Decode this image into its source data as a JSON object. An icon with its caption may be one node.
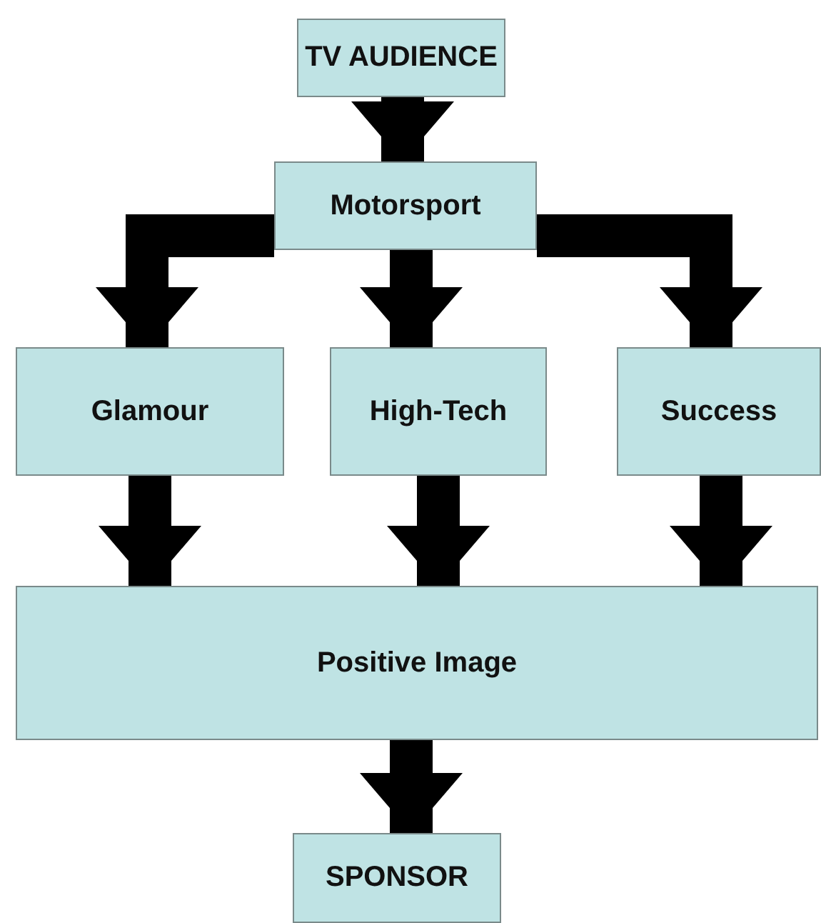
{
  "diagram": {
    "nodes": [
      {
        "text": [
          "TV AUDIENCE"
        ]
      },
      {
        "text": [
          "Motorsport"
        ]
      },
      {
        "text": [
          "Glamour"
        ]
      },
      {
        "text": [
          "High-Tech"
        ]
      },
      {
        "text": [
          "Success"
        ]
      },
      {
        "text": [
          "Positive Image"
        ]
      },
      {
        "text": [
          "SPONSOR"
        ]
      }
    ],
    "edges": [
      {
        "from": 0,
        "to": 1,
        "arrow": "to"
      },
      {
        "from": 1,
        "to": 2,
        "arrow": "to"
      },
      {
        "from": 1,
        "to": 3,
        "arrow": "to"
      },
      {
        "from": 1,
        "to": 4,
        "arrow": "to"
      },
      {
        "from": 2,
        "to": 5,
        "arrow": "to"
      },
      {
        "from": 3,
        "to": 5,
        "arrow": "to"
      },
      {
        "from": 4,
        "to": 5,
        "arrow": "to"
      },
      {
        "from": 5,
        "to": 6,
        "arrow": "to"
      }
    ]
  }
}
